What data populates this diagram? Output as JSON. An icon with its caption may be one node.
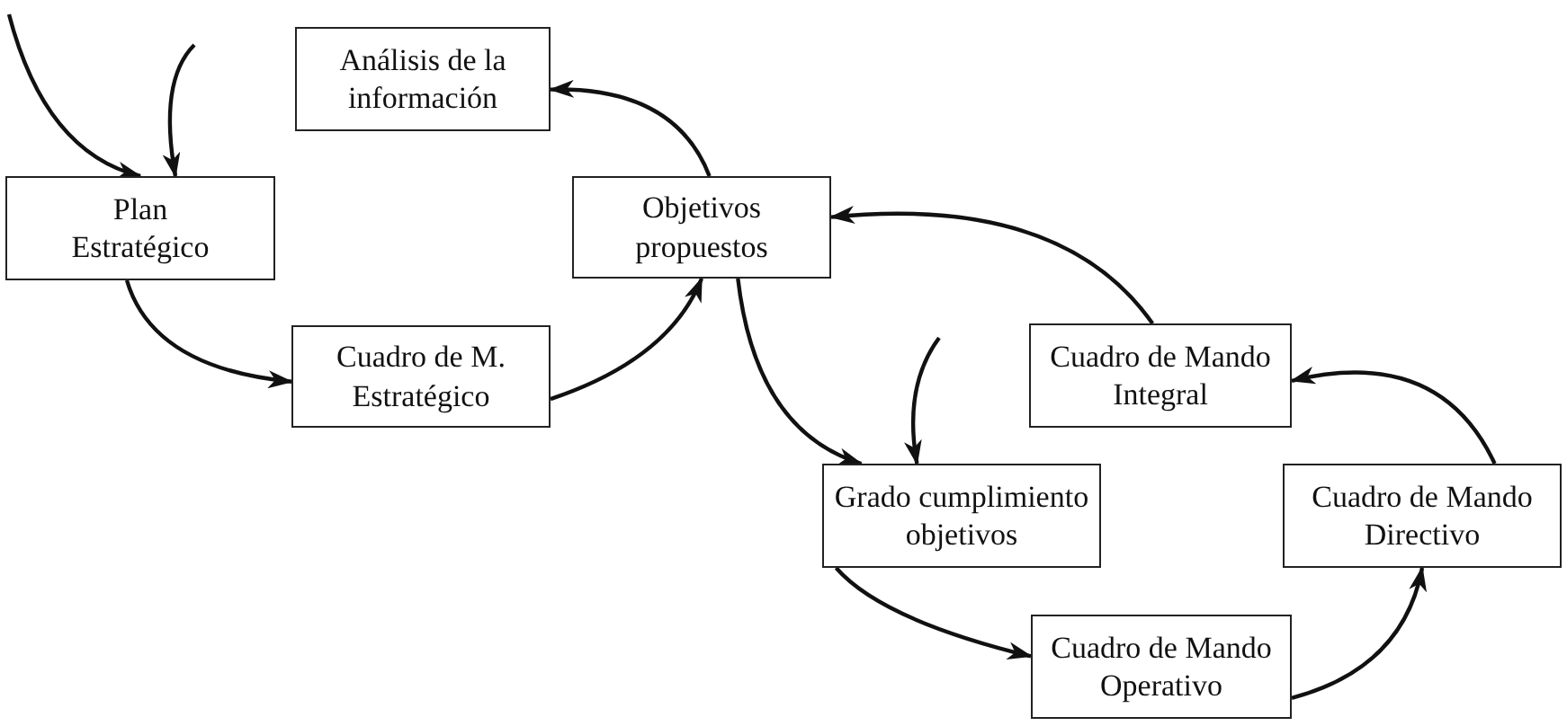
{
  "diagram": {
    "nodes": [
      {
        "text": [
          "Análisis de la información"
        ]
      },
      {
        "text": [
          "Plan Estratégico"
        ]
      },
      {
        "text": [
          "Objetivos propuestos"
        ]
      },
      {
        "text": [
          "Cuadro de M. Estratégico"
        ]
      },
      {
        "text": [
          "Cuadro de Mando Integral"
        ]
      },
      {
        "text": [
          "Grado cumplimiento objetivos"
        ]
      },
      {
        "text": [
          "Cuadro de Mando Directivo"
        ]
      },
      {
        "text": [
          "Cuadro de Mando Operativo"
        ]
      }
    ],
    "edges": [
      {
        "from": null,
        "to": 1,
        "arrow": "to"
      },
      {
        "from": null,
        "to": 1,
        "arrow": "to"
      },
      {
        "from": 2,
        "to": 0,
        "arrow": "to"
      },
      {
        "from": 1,
        "to": 3,
        "arrow": "to"
      },
      {
        "from": 3,
        "to": 2,
        "arrow": "to"
      },
      {
        "from": 2,
        "to": 5,
        "arrow": "to"
      },
      {
        "from": null,
        "to": 5,
        "arrow": "to"
      },
      {
        "from": 4,
        "to": 2,
        "arrow": "to"
      },
      {
        "from": 6,
        "to": 4,
        "arrow": "to"
      },
      {
        "from": 5,
        "to": 7,
        "arrow": "to"
      },
      {
        "from": 7,
        "to": 6,
        "arrow": "to"
      }
    ]
  }
}
